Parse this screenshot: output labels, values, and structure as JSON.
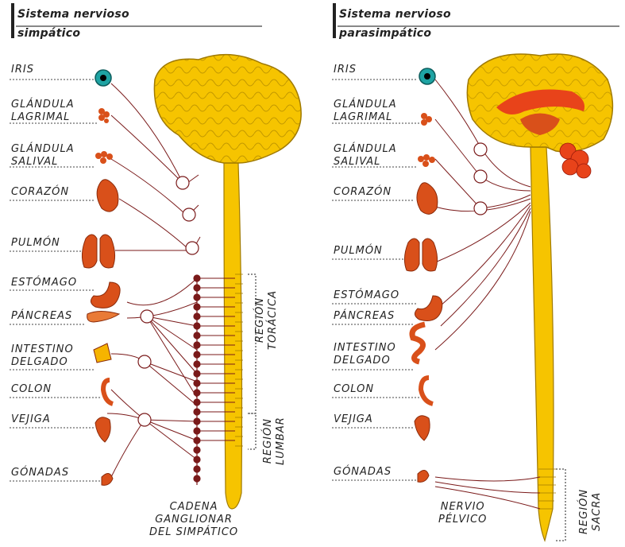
{
  "panels": [
    {
      "title_line1": "Sistema nervioso",
      "title_line2": "simpático",
      "labels": {
        "iris": [
          "IRIS"
        ],
        "lagrimal": [
          "GLÁNDULA",
          "LAGRIMAL"
        ],
        "salival": [
          "GLÁNDULA",
          "SALIVAL"
        ],
        "corazon": [
          "CORAZÓN"
        ],
        "pulmon": [
          "PULMÓN"
        ],
        "estomago": [
          "ESTÓMAGO"
        ],
        "pancreas": [
          "PÁNCREAS"
        ],
        "intestino": [
          "INTESTINO",
          "DELGADO"
        ],
        "colon": [
          "COLON"
        ],
        "vejiga": [
          "VEJIGA"
        ],
        "gonadas": [
          "GÓNADAS"
        ]
      },
      "region_toracica": [
        "REGIÓN",
        "TORÁCICA"
      ],
      "region_lumbar": [
        "REGIÓN",
        "LUMBAR"
      ],
      "cadena": [
        "CADENA",
        "GANGLIONAR",
        "DEL SIMPÁTICO"
      ]
    },
    {
      "title_line1": "Sistema nervioso",
      "title_line2": "parasimpático",
      "labels": {
        "iris": [
          "IRIS"
        ],
        "lagrimal": [
          "GLÁNDULA",
          "LAGRIMAL"
        ],
        "salival": [
          "GLÁNDULA",
          "SALIVAL"
        ],
        "corazon": [
          "CORAZÓN"
        ],
        "pulmon": [
          "PULMÓN"
        ],
        "estomago": [
          "ESTÓMAGO"
        ],
        "pancreas": [
          "PÁNCREAS"
        ],
        "intestino": [
          "INTESTINO",
          "DELGADO"
        ],
        "colon": [
          "COLON"
        ],
        "vejiga": [
          "VEJIGA"
        ],
        "gonadas": [
          "GÓNADAS"
        ]
      },
      "region_sacra": [
        "REGIÓN",
        "SACRA"
      ],
      "nervio": [
        "NERVIO",
        "PÉLVICO"
      ]
    }
  ],
  "colors": {
    "brain": "#f6c400",
    "brain_outline": "#a07a00",
    "organ": "#d9501a",
    "nerve": "#7a1a1a",
    "title_line": "#888888"
  }
}
